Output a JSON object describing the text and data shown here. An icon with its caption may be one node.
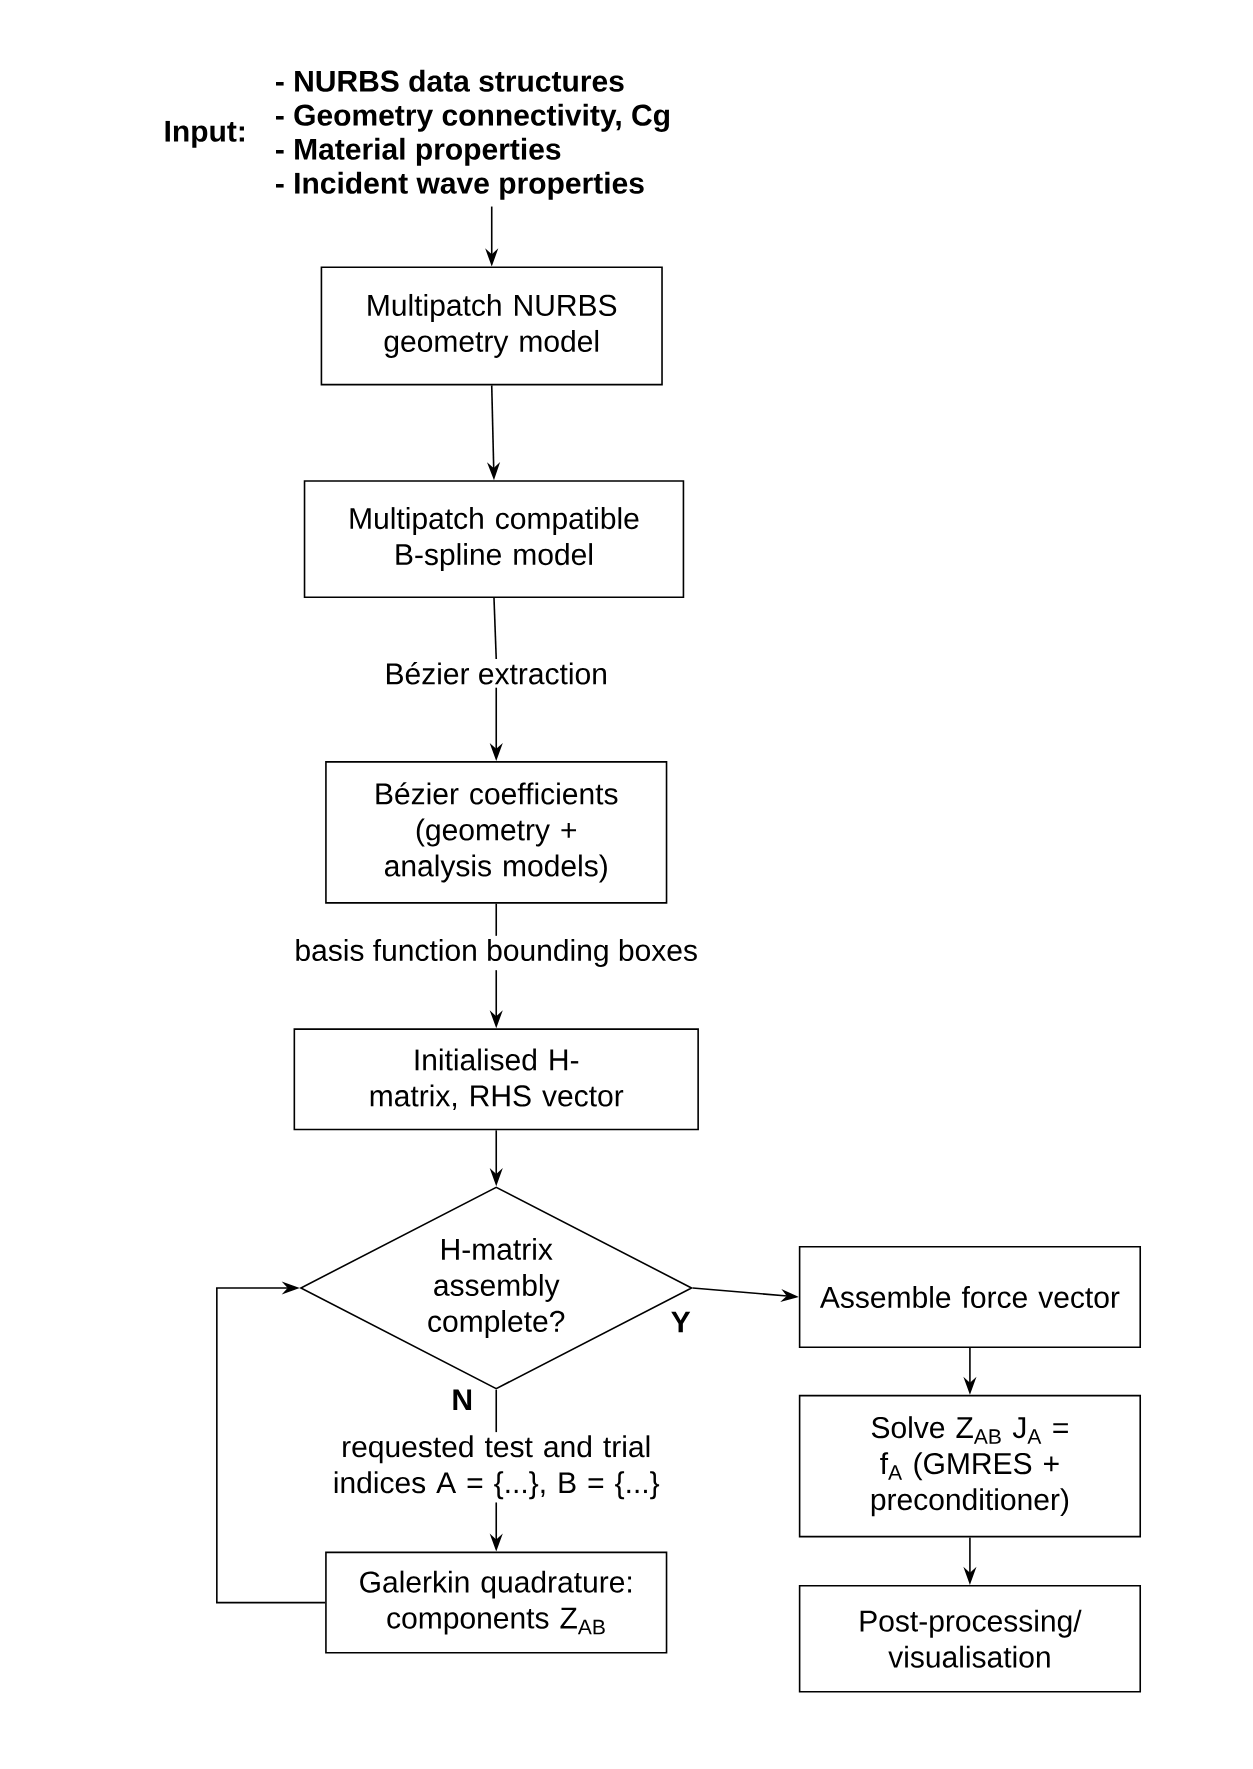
{
  "diagram": {
    "nodes": [
      {
        "text": [
          "Input:",
          "- NURBS data structures",
          "- Geometry connectivity, Cg",
          "- Material properties",
          "- Incident wave properties"
        ]
      },
      {
        "text": [
          "Multipatch NURBS geometry model"
        ]
      },
      {
        "text": [
          "Multipatch compatible B-spline model"
        ]
      },
      {
        "text": [
          "Bézier extraction"
        ]
      },
      {
        "text": [
          "Bézier coefficients (geometry + analysis models)"
        ]
      },
      {
        "text": [
          "basis function bounding boxes"
        ]
      },
      {
        "text": [
          "Initialised H-matrix, RHS vector"
        ]
      },
      {
        "text": [
          "H-matrix assembly complete?"
        ]
      },
      {
        "text": [
          "requested test and trial indices A = {...}, B = {...}"
        ]
      },
      {
        "text": [
          "Galerkin quadrature: components Z$_{AB}$"
        ]
      },
      {
        "text": [
          "Assemble force vector"
        ]
      },
      {
        "text": [
          "Solve Z$_{AB}$ J$_{A}$ = f$_{A}$ (GMRES + preconditioner)"
        ]
      },
      {
        "text": [
          "Post-processing/ visualisation"
        ]
      }
    ],
    "edges": [
      {
        "from": 0,
        "to": 1,
        "arrow": "to"
      },
      {
        "from": 1,
        "to": 2,
        "arrow": "to"
      },
      {
        "from": 2,
        "to": 3,
        "arrow": "none"
      },
      {
        "from": 3,
        "to": 4,
        "arrow": "to"
      },
      {
        "from": 4,
        "to": 5,
        "arrow": "none"
      },
      {
        "from": 5,
        "to": 6,
        "arrow": "to"
      },
      {
        "from": 6,
        "to": 7,
        "arrow": "to"
      },
      {
        "from": 7,
        "to": 8,
        "arrow": "none",
        "label": "N"
      },
      {
        "from": 8,
        "to": 9,
        "arrow": "to"
      },
      {
        "from": 9,
        "to": 7,
        "arrow": "to"
      },
      {
        "from": 7,
        "to": 10,
        "arrow": "to",
        "label": "Y"
      },
      {
        "from": 10,
        "to": 11,
        "arrow": "to"
      },
      {
        "from": 11,
        "to": 12,
        "arrow": "to"
      }
    ]
  }
}
